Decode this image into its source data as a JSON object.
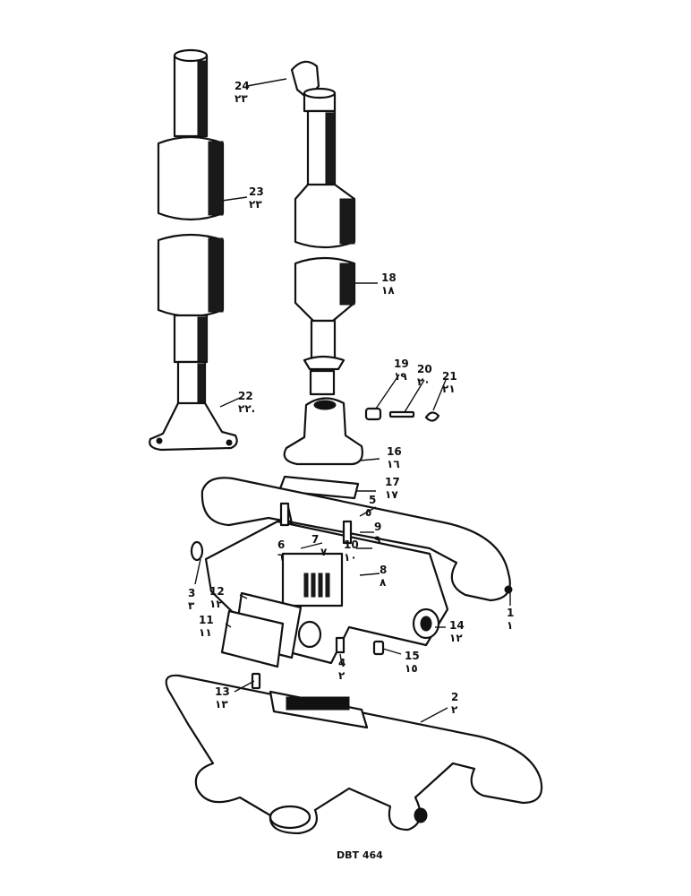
{
  "reference": "DBT 464",
  "callouts": [
    {
      "id": "1",
      "num": "1",
      "alt": "١"
    },
    {
      "id": "2",
      "num": "2",
      "alt": "٢"
    },
    {
      "id": "3",
      "num": "3",
      "alt": "٣"
    },
    {
      "id": "4",
      "num": "4",
      "alt": "٢"
    },
    {
      "id": "5",
      "num": "5",
      "alt": "٥"
    },
    {
      "id": "6",
      "num": "6",
      "alt": "٦"
    },
    {
      "id": "7",
      "num": "7",
      "alt": "٧"
    },
    {
      "id": "8",
      "num": "8",
      "alt": "٨"
    },
    {
      "id": "9",
      "num": "9",
      "alt": "٩"
    },
    {
      "id": "10",
      "num": "10",
      "alt": "١٠"
    },
    {
      "id": "11",
      "num": "11",
      "alt": "١١"
    },
    {
      "id": "12",
      "num": "12",
      "alt": "١٢"
    },
    {
      "id": "13",
      "num": "13",
      "alt": "١٣"
    },
    {
      "id": "14",
      "num": "14",
      "alt": "١٢"
    },
    {
      "id": "15",
      "num": "15",
      "alt": "١٥"
    },
    {
      "id": "16",
      "num": "16",
      "alt": "١٦"
    },
    {
      "id": "17",
      "num": "17",
      "alt": "١٧"
    },
    {
      "id": "18",
      "num": "18",
      "alt": "١٨"
    },
    {
      "id": "19",
      "num": "19",
      "alt": "١٩"
    },
    {
      "id": "20",
      "num": "20",
      "alt": "٢٠"
    },
    {
      "id": "21",
      "num": "21",
      "alt": "٢١"
    },
    {
      "id": "22",
      "num": "22",
      "alt": "٢٢."
    },
    {
      "id": "23",
      "num": "23",
      "alt": "٢٣"
    },
    {
      "id": "24",
      "num": "24",
      "alt": "٢٣"
    }
  ]
}
